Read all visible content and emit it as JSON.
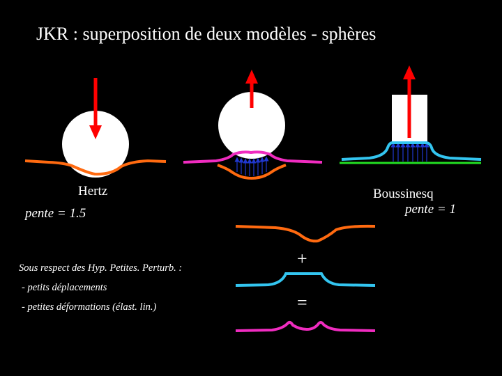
{
  "slide": {
    "title": "JKR : superposition de deux modèles - sphères",
    "hertz_label": "Hertz",
    "hertz_slope": "pente = 1.5",
    "boussinesq_label": "Boussinesq",
    "boussinesq_slope": "pente = 1",
    "plus_sign": "+",
    "equals_sign": "=",
    "notes": {
      "heading": "Sous respect des Hyp. Petites. Perturb. :",
      "item1": "- petits déplacements",
      "item2": "- petites déformations (élast. lin.)"
    }
  },
  "colors": {
    "background": "#000000",
    "hertz_surface": "#ff6a10",
    "boussinesq_surface": "#33c5f0",
    "combined_surface": "#f02cc0",
    "rigid_substrate": "#22e022",
    "force_arrow": "#ff0000",
    "pressure_arrows": "#2038d0",
    "sphere": "#ffffff"
  }
}
